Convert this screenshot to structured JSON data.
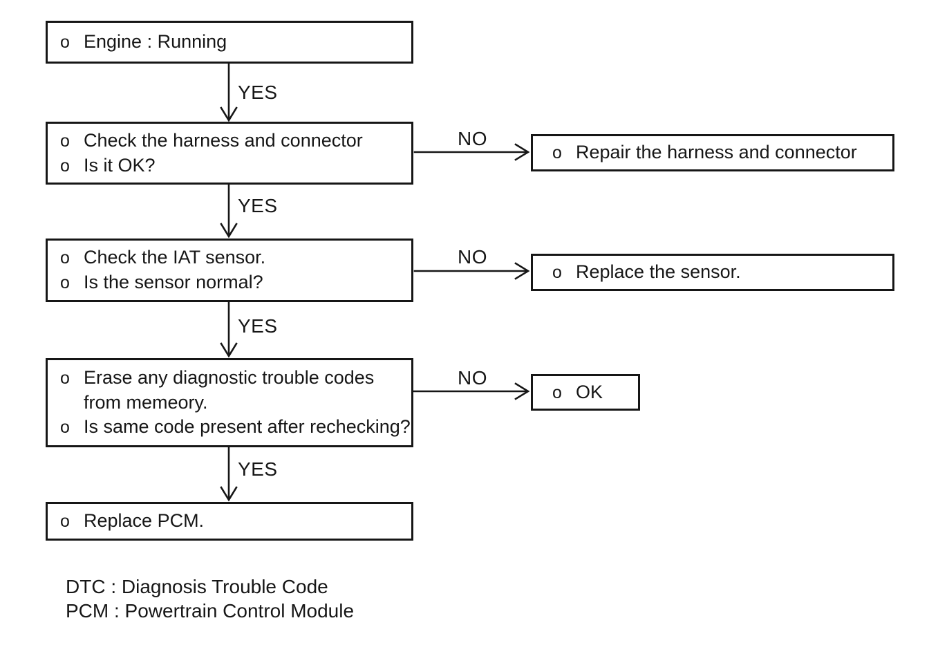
{
  "palette": {
    "background": "#ffffff",
    "ink": "#161616"
  },
  "flowchart": {
    "bullet_char": "o",
    "yes_label": "YES",
    "no_label": "NO",
    "steps": [
      {
        "name": "engine-running",
        "lines": [
          {
            "bullet": true,
            "text": "Engine : Running"
          }
        ]
      },
      {
        "name": "check-harness",
        "lines": [
          {
            "bullet": true,
            "text": "Check the harness and connector"
          },
          {
            "bullet": true,
            "text": "Is it OK?"
          }
        ]
      },
      {
        "name": "check-iat-sensor",
        "lines": [
          {
            "bullet": true,
            "text": "Check the IAT sensor."
          },
          {
            "bullet": true,
            "text": "Is the sensor normal?"
          }
        ]
      },
      {
        "name": "erase-dtc",
        "lines": [
          {
            "bullet": true,
            "text": "Erase any diagnostic trouble codes"
          },
          {
            "bullet": false,
            "text": "from memeory."
          },
          {
            "bullet": true,
            "text": "Is same code present after rechecking?"
          }
        ]
      },
      {
        "name": "replace-pcm",
        "lines": [
          {
            "bullet": true,
            "text": "Replace PCM."
          }
        ]
      }
    ],
    "outcomes": [
      {
        "name": "repair-harness",
        "lines": [
          {
            "bullet": true,
            "text": "Repair the harness and connector"
          }
        ]
      },
      {
        "name": "replace-sensor",
        "lines": [
          {
            "bullet": true,
            "text": "Replace the sensor."
          }
        ]
      },
      {
        "name": "ok",
        "lines": [
          {
            "bullet": true,
            "text": "OK"
          }
        ]
      }
    ]
  },
  "legend": {
    "line1": "DTC : Diagnosis Trouble Code",
    "line2": "PCM : Powertrain Control Module"
  }
}
